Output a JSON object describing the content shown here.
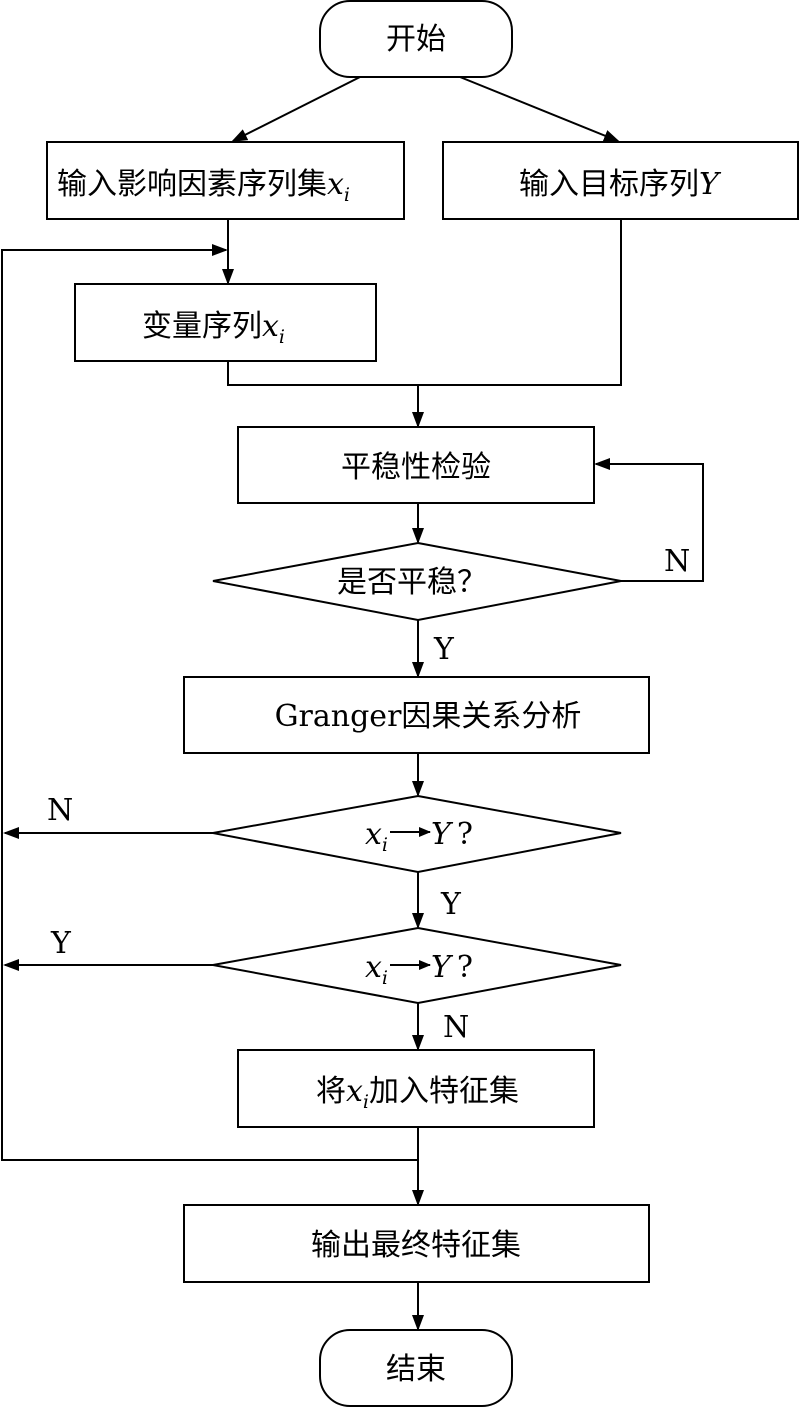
{
  "nodes": {
    "start": "开始",
    "input_factors": "输入影响因素序列集",
    "input_factors_var": "x",
    "input_factors_sub": "i",
    "input_target": "输入目标序列",
    "input_target_var": "Y",
    "variable_sequence": "变量序列",
    "variable_sequence_var": "x",
    "variable_sequence_sub": "i",
    "stationarity_test": "平稳性检验",
    "is_stationary": "是否平稳？",
    "granger_analysis": "Granger因果关系分析",
    "decision1_var": "x",
    "decision1_sub": "i",
    "decision1_target": "Y",
    "decision1_q": "?",
    "decision2_var": "x",
    "decision2_sub": "i",
    "decision2_target": "Y",
    "decision2_q": "?",
    "add_feature_prefix": "将",
    "add_feature_var": "x",
    "add_feature_sub": "i",
    "add_feature_suffix": "加入特征集",
    "output": "输出最终特征集",
    "end": "结束"
  },
  "edge_labels": {
    "stationary_no": "N",
    "stationary_yes": "Y",
    "decision1_no": "N",
    "decision1_yes": "Y",
    "decision2_yes": "Y",
    "decision2_no": "N"
  }
}
